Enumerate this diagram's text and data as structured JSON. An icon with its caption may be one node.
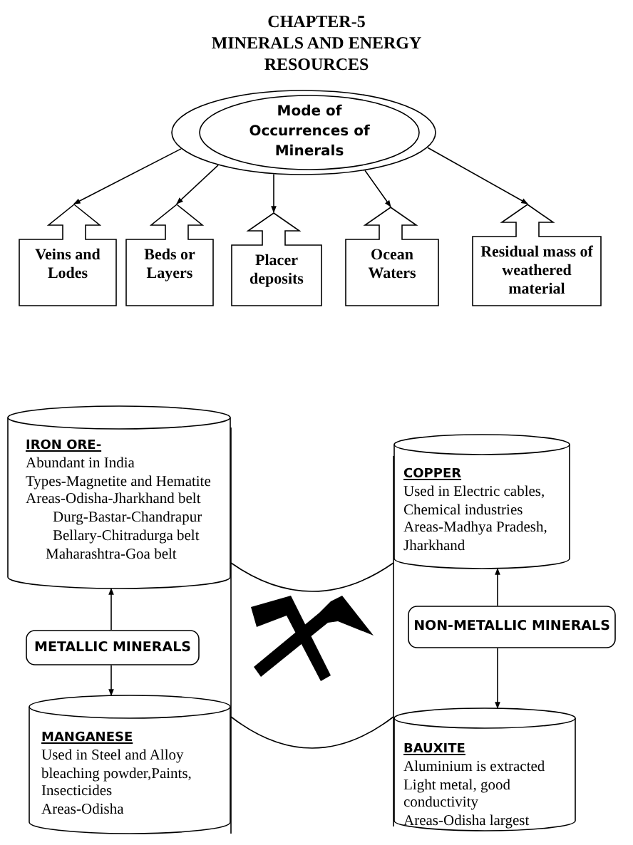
{
  "diagram": {
    "title": "MINERALS AND ENERGY RESOURCES",
    "nodes": [
      {
        "text": [
          "Mode of Occurrences of Minerals"
        ]
      },
      {
        "text": [
          "Veins and Lodes"
        ]
      },
      {
        "text": [
          "Beds or Layers"
        ]
      },
      {
        "text": [
          "Placer deposits"
        ]
      },
      {
        "text": [
          "Ocean Waters"
        ]
      },
      {
        "text": [
          "Residual mass of weathered material"
        ]
      },
      {
        "text": [
          "IRON ORE-",
          "Abundant in India",
          "Types-Magnetite and Hematite",
          "Areas-Odisha-Jharkhand belt",
          "Durg-Bastar-Chandrapur",
          "Bellary-Chitradurga belt",
          "Maharashtra-Goa belt"
        ]
      },
      {
        "text": [
          "METALLIC MINERALS"
        ]
      },
      {
        "text": [
          "MANGANESE",
          "Used in Steel and Alloy bleaching powder,Paints, Insecticides",
          "Areas-Odisha"
        ]
      },
      {
        "text": [
          "COPPER",
          "Used in Electric cables, Chemical industries",
          "Areas-Madhya Pradesh, Jharkhand"
        ]
      },
      {
        "text": [
          "NON-METALLIC MINERALS"
        ]
      },
      {
        "text": [
          "BAUXITE",
          "Aluminium is extracted",
          "Light metal, good conductivity",
          "Areas-Odisha largest"
        ]
      }
    ],
    "edges": [
      {
        "from": 0,
        "to": 1,
        "arrow": "to"
      },
      {
        "from": 0,
        "to": 2,
        "arrow": "to"
      },
      {
        "from": 0,
        "to": 3,
        "arrow": "to"
      },
      {
        "from": 0,
        "to": 4,
        "arrow": "to"
      },
      {
        "from": 0,
        "to": 5,
        "arrow": "to"
      },
      {
        "from": 7,
        "to": 6,
        "arrow": "to"
      },
      {
        "from": 7,
        "to": 8,
        "arrow": "to"
      },
      {
        "from": 10,
        "to": 9,
        "arrow": "to"
      },
      {
        "from": 10,
        "to": 11,
        "arrow": "to"
      }
    ],
    "labels": [
      "CHAPTER-5"
    ]
  }
}
